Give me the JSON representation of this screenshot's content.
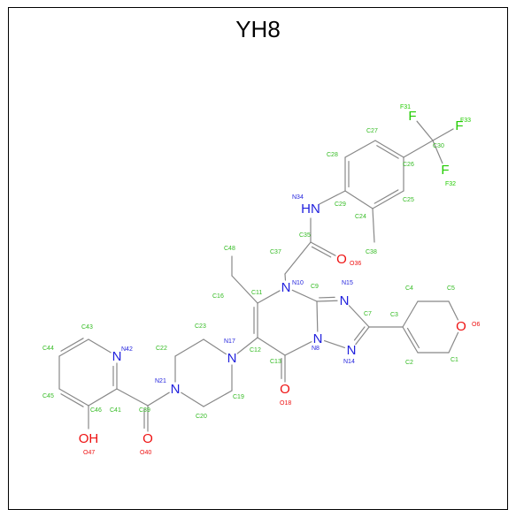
{
  "title": "YH8",
  "colors": {
    "carbon": "#33bb22",
    "nitrogen": "#1f1fdd",
    "oxygen": "#ee1111",
    "fluorine": "#22cc00",
    "bond": "#888888"
  },
  "atoms": [
    {
      "id": "c1",
      "label": "C1",
      "el": "C"
    },
    {
      "id": "c2",
      "label": "C2",
      "el": "C"
    },
    {
      "id": "c3",
      "label": "C3",
      "el": "C"
    },
    {
      "id": "c4",
      "label": "C4",
      "el": "C"
    },
    {
      "id": "c5",
      "label": "C5",
      "el": "C"
    },
    {
      "id": "o6",
      "label": "O6",
      "el": "O",
      "symbol": "O"
    },
    {
      "id": "c7",
      "label": "C7",
      "el": "C"
    },
    {
      "id": "n8",
      "label": "N8",
      "el": "N",
      "symbol": "N"
    },
    {
      "id": "c9",
      "label": "C9",
      "el": "C"
    },
    {
      "id": "n10",
      "label": "N10",
      "el": "N",
      "symbol": "N"
    },
    {
      "id": "c11",
      "label": "C11",
      "el": "C"
    },
    {
      "id": "c12",
      "label": "C12",
      "el": "C"
    },
    {
      "id": "c13",
      "label": "C13",
      "el": "C"
    },
    {
      "id": "n14",
      "label": "N14",
      "el": "N",
      "symbol": "N"
    },
    {
      "id": "n15",
      "label": "N15",
      "el": "N",
      "symbol": "N"
    },
    {
      "id": "c16",
      "label": "C16",
      "el": "C"
    },
    {
      "id": "n17",
      "label": "N17",
      "el": "N",
      "symbol": "N"
    },
    {
      "id": "o18",
      "label": "O18",
      "el": "O",
      "symbol": "O"
    },
    {
      "id": "c19",
      "label": "C19",
      "el": "C"
    },
    {
      "id": "c20",
      "label": "C20",
      "el": "C"
    },
    {
      "id": "n21",
      "label": "N21",
      "el": "N",
      "symbol": "N"
    },
    {
      "id": "c22",
      "label": "C22",
      "el": "C"
    },
    {
      "id": "c23",
      "label": "C23",
      "el": "C"
    },
    {
      "id": "c24",
      "label": "C24",
      "el": "C"
    },
    {
      "id": "c25",
      "label": "C25",
      "el": "C"
    },
    {
      "id": "c26",
      "label": "C26",
      "el": "C"
    },
    {
      "id": "c27",
      "label": "C27",
      "el": "C"
    },
    {
      "id": "c28",
      "label": "C28",
      "el": "C"
    },
    {
      "id": "c29",
      "label": "C29",
      "el": "C"
    },
    {
      "id": "c30",
      "label": "C30",
      "el": "C"
    },
    {
      "id": "f31",
      "label": "F31",
      "el": "F",
      "symbol": "F"
    },
    {
      "id": "f32",
      "label": "F32",
      "el": "F",
      "symbol": "F"
    },
    {
      "id": "f33",
      "label": "F33",
      "el": "F",
      "symbol": "F"
    },
    {
      "id": "n34",
      "label": "N34",
      "el": "N",
      "symbol": "HN"
    },
    {
      "id": "c35",
      "label": "C35",
      "el": "C"
    },
    {
      "id": "o36",
      "label": "O36",
      "el": "O",
      "symbol": "O"
    },
    {
      "id": "c37",
      "label": "C37",
      "el": "C"
    },
    {
      "id": "c38",
      "label": "C38",
      "el": "C"
    },
    {
      "id": "c39",
      "label": "C39",
      "el": "C"
    },
    {
      "id": "o40",
      "label": "O40",
      "el": "O",
      "symbol": "O"
    },
    {
      "id": "c41",
      "label": "C41",
      "el": "C"
    },
    {
      "id": "n42",
      "label": "N42",
      "el": "N",
      "symbol": "N"
    },
    {
      "id": "c43",
      "label": "C43",
      "el": "C"
    },
    {
      "id": "c44",
      "label": "C44",
      "el": "C"
    },
    {
      "id": "c45",
      "label": "C45",
      "el": "C"
    },
    {
      "id": "c46",
      "label": "C46",
      "el": "C"
    },
    {
      "id": "o47",
      "label": "O47",
      "el": "O",
      "symbol": "OH"
    },
    {
      "id": "c48",
      "label": "C48",
      "el": "C"
    }
  ]
}
